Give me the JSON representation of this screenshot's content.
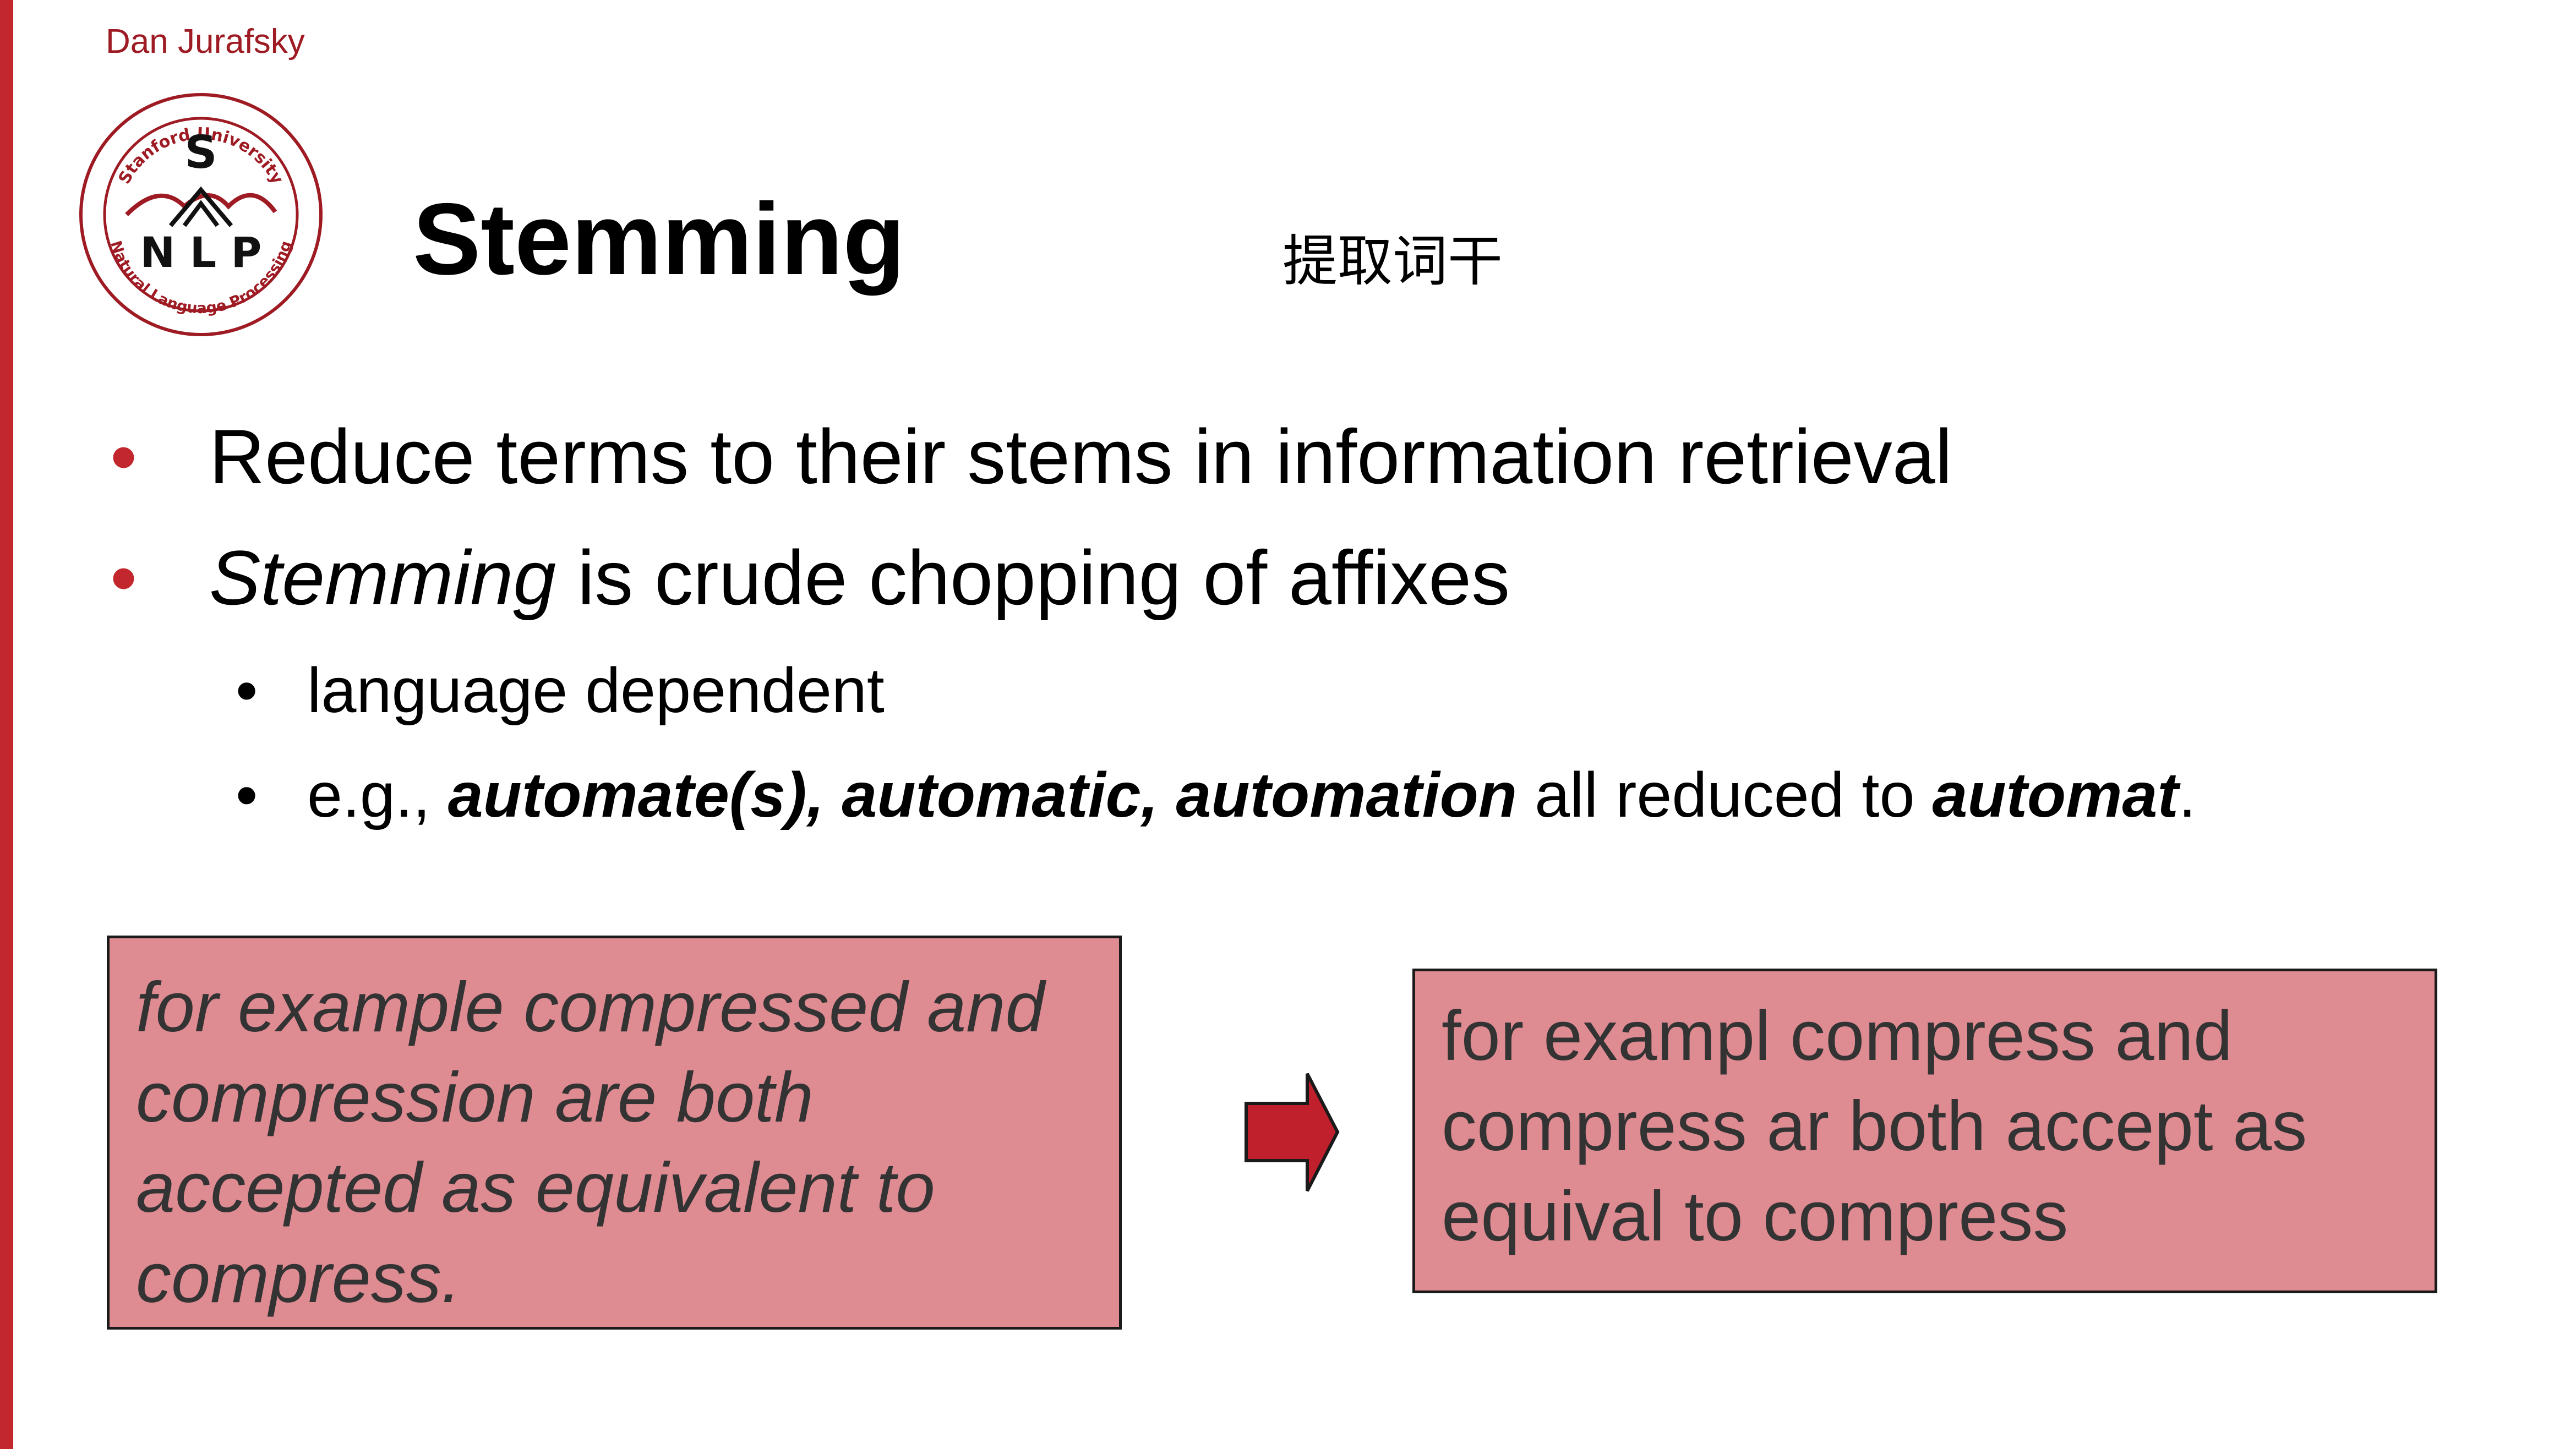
{
  "header": {
    "author": "Dan Jurafsky"
  },
  "logo": {
    "ring_top_text": "Stanford University",
    "ring_bottom_text": "Natural Language Processing",
    "letter_s": "S",
    "letters_nlp": "N L P"
  },
  "slide": {
    "title": "Stemming",
    "subtitle": "提取词干"
  },
  "bullets": {
    "b1": "Reduce terms to their stems in information retrieval",
    "b2_italic": "Stemming",
    "b2_rest": " is crude chopping of affixes",
    "s1": "language dependent",
    "s2_prefix": "e.g., ",
    "s2_bold_words": "automate(s), automatic, automation",
    "s2_middle": " all reduced to ",
    "s2_bold_end": "automat",
    "s2_end": "."
  },
  "examples": {
    "original": "for example compressed and compression are both accepted as equivalent to compress.",
    "stemmed": "for exampl compress and compress ar both accept as equival to compress"
  },
  "icons": {
    "bullet": "•",
    "arrow": "right-arrow-icon"
  },
  "colors": {
    "accent": "#c1272d",
    "box_fill": "#df8b92",
    "box_border": "#1a1a1a",
    "arrow_fill": "#c01f2c",
    "logo_red": "#9e1b24"
  }
}
